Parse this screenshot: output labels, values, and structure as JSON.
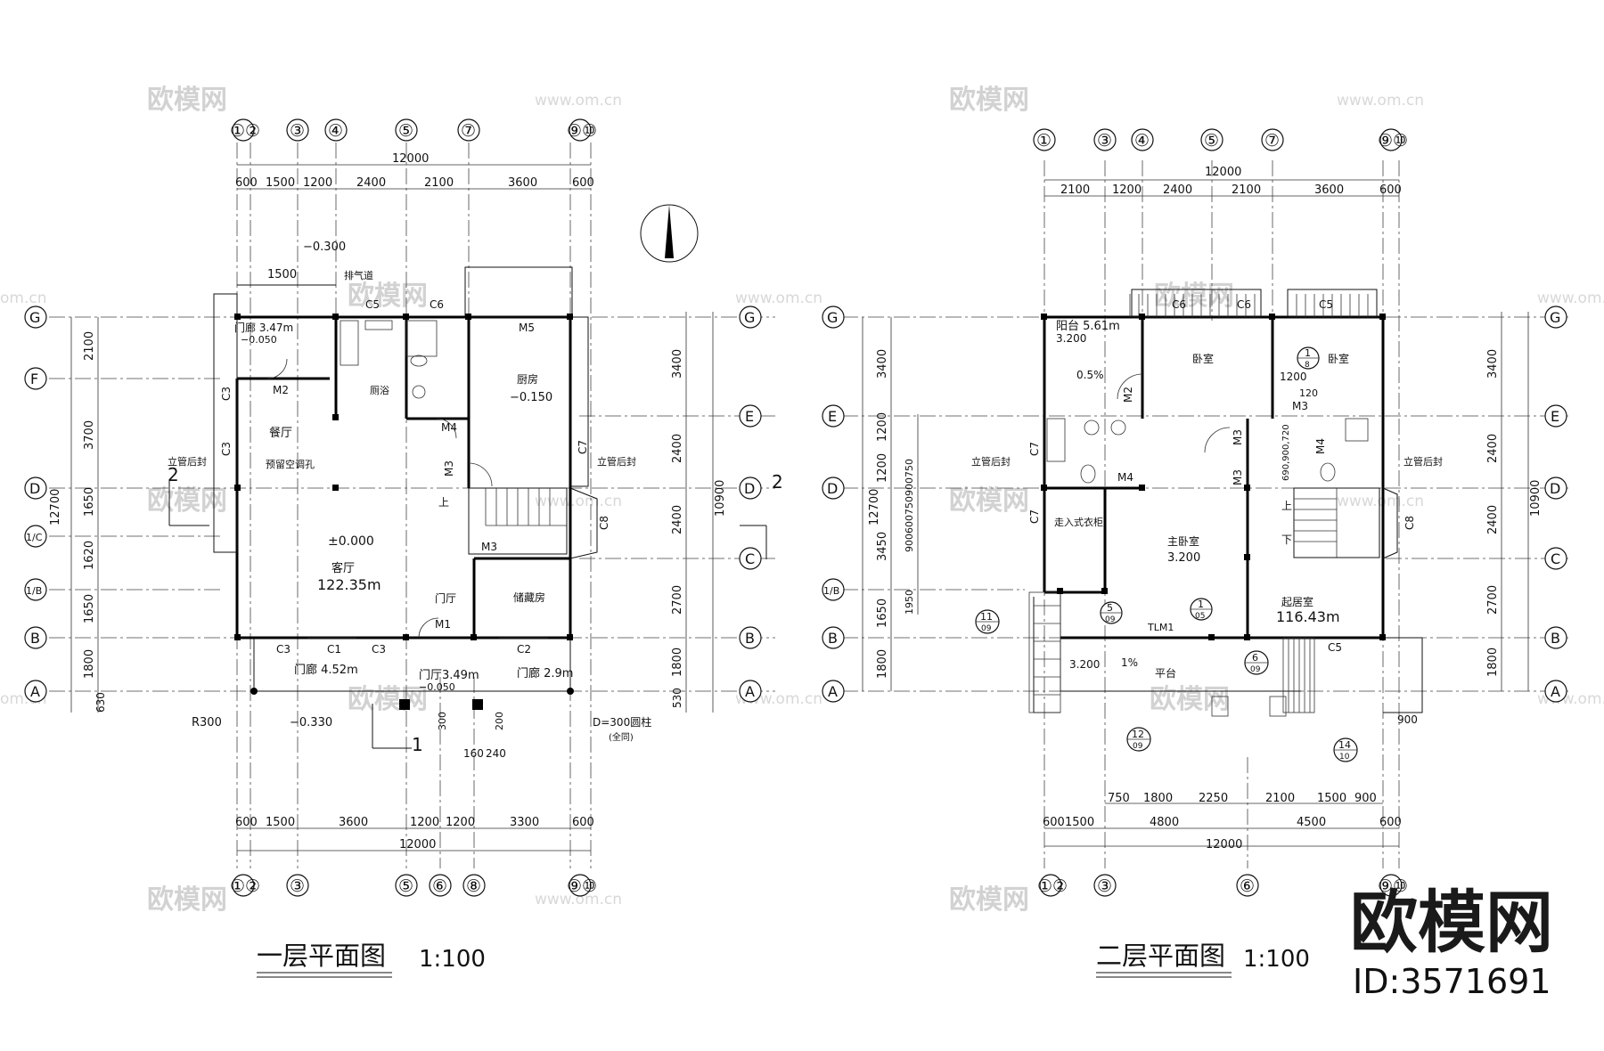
{
  "floor1": {
    "title": "一层平面图",
    "scale": "1:100",
    "overall_dim": "12000",
    "top_dims": [
      "600",
      "1500",
      "1200",
      "2400",
      "2100",
      "3600",
      "600"
    ],
    "bottom_dims": [
      "600",
      "1500",
      "3600",
      "1200",
      "1200",
      "3300",
      "600"
    ],
    "top_axes": [
      "①②",
      "③",
      "④",
      "⑤",
      "⑦",
      "⑨⑩"
    ],
    "bottom_axes": [
      "①②",
      "③",
      "⑤",
      "⑥",
      "⑧",
      "⑨⑩"
    ],
    "left_dims": [
      "2100",
      "3700",
      "1650",
      "1620",
      "1650",
      "1800",
      "630"
    ],
    "left_total": "12700",
    "right_dims": [
      "3400",
      "2400",
      "2400",
      "2700",
      "1800",
      "530"
    ],
    "right_total": "10900",
    "rooms": {
      "living": "客厅",
      "living_area": "122.35m",
      "living_level": "±0.000",
      "dining": "餐厅",
      "kitchen": "厨房",
      "kitchen_level": "−0.150",
      "bath": "厕浴",
      "foyer": "门厅",
      "storage": "储藏房",
      "porch_left": "门廊 4.52m",
      "porch_right": "门廊 2.9m",
      "porch_mid": "门厅3.49m",
      "back_porch": "门廊 3.47m"
    },
    "labels": {
      "exhaust": "排气道",
      "gas_meter": "预留空调孔",
      "downpipe": "立管后封",
      "downpipe2": "立管后封",
      "lvl_back": "−0.300",
      "lvl_front": "−0.330",
      "lvl_porch": "−0.050",
      "lvl_back2": "−0.050",
      "r300": "R300",
      "col": "D=300圆柱",
      "col_note": "(全同)",
      "dim_1500": "1500",
      "dim_300": "300",
      "dim_160": "160",
      "dim_240": "240",
      "dim_200": "200",
      "section1": "1",
      "section2": "2",
      "up": "上"
    },
    "doors": [
      "M1",
      "M2",
      "M3",
      "M3",
      "M4",
      "M5"
    ],
    "windows": [
      "C1",
      "C2",
      "C3",
      "C3",
      "C3",
      "C3",
      "C5",
      "C6",
      "C7",
      "C8"
    ]
  },
  "floor2": {
    "title": "二层平面图",
    "scale": "1:100",
    "overall_dim": "12000",
    "top_dims": [
      "2100",
      "1200",
      "2400",
      "2100",
      "3600",
      "600"
    ],
    "bottom_dims_1": [
      "750",
      "1800",
      "2250",
      "2100",
      "1500",
      "900"
    ],
    "bottom_dims_2": [
      "600",
      "1500",
      "4800",
      "4500",
      "600"
    ],
    "top_axes": [
      "①",
      "③",
      "④",
      "⑤",
      "⑦",
      "⑨⑩"
    ],
    "bottom_axes": [
      "①②",
      "③",
      "⑥",
      "⑨⑩"
    ],
    "left_dims": [
      "3400",
      "1200",
      "1200",
      "3450",
      "1650",
      "1800"
    ],
    "left_total": "12700",
    "left_inner": "900600750900750",
    "left_inner2": "1950",
    "right_dims": [
      "3400",
      "2400",
      "2400",
      "2700",
      "1800"
    ],
    "right_total": "10900",
    "rooms": {
      "master": "主卧室",
      "master_level": "3.200",
      "bed1": "卧室",
      "bed2": "卧室",
      "living": "起居室",
      "living_area": "116.43m",
      "walkin": "走入式衣柜",
      "terrace": "平台",
      "terrace_level": "3.200",
      "balcony": "阳台 5.61m",
      "balcony_level": "3.200"
    },
    "labels": {
      "slope1": "0.5%",
      "slope2": "1%",
      "downpipe": "立管后封",
      "downpipe2": "立管后封",
      "tlm": "TLM1",
      "dim_900": "900",
      "dim_1200": "1200",
      "dim_120": "120",
      "up": "上",
      "down": "下",
      "inner": "690,900,720"
    },
    "details": [
      {
        "top": "5",
        "bottom": "09"
      },
      {
        "top": "1",
        "bottom": "05"
      },
      {
        "top": "11",
        "bottom": "09"
      },
      {
        "top": "6",
        "bottom": "09"
      },
      {
        "top": "12",
        "bottom": "09"
      },
      {
        "top": "14",
        "bottom": "10"
      },
      {
        "top": "1",
        "bottom": "8"
      }
    ],
    "doors": [
      "M2",
      "M3",
      "M3",
      "M3",
      "M4",
      "M4"
    ],
    "windows": [
      "C5",
      "C5",
      "C6",
      "C6",
      "C7",
      "C7",
      "C8"
    ]
  },
  "row_axes": [
    "G",
    "F",
    "E",
    "D",
    "1/C",
    "C",
    "1/B",
    "B",
    "A"
  ],
  "watermark": {
    "brand": "欧模网",
    "url": "www.om.cn",
    "url_partial": "om.cn",
    "id": "ID:3571691"
  }
}
